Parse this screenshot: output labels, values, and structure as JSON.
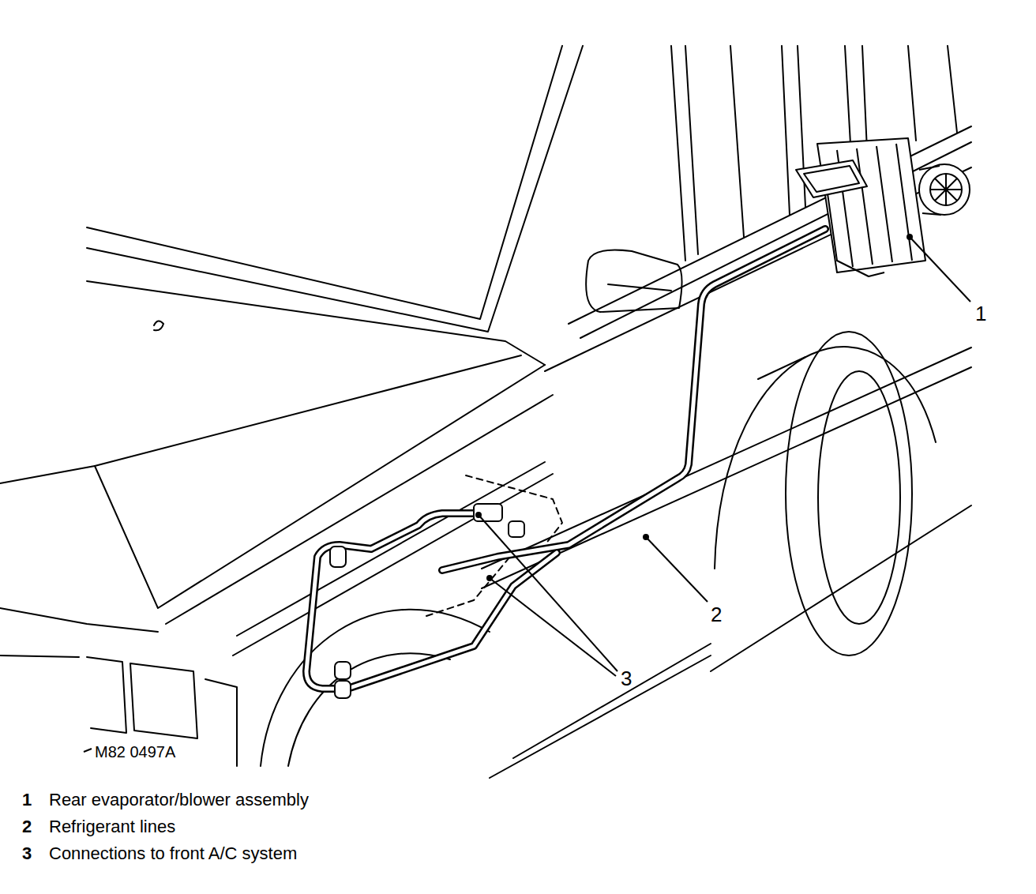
{
  "diagram": {
    "labels": [
      "1",
      "2",
      "3",
      "M82 0497A",
      "1",
      "Rear evaporator/blower assembly",
      "2",
      "Refrigerant lines",
      "3",
      "Connections to front A/C system"
    ]
  }
}
